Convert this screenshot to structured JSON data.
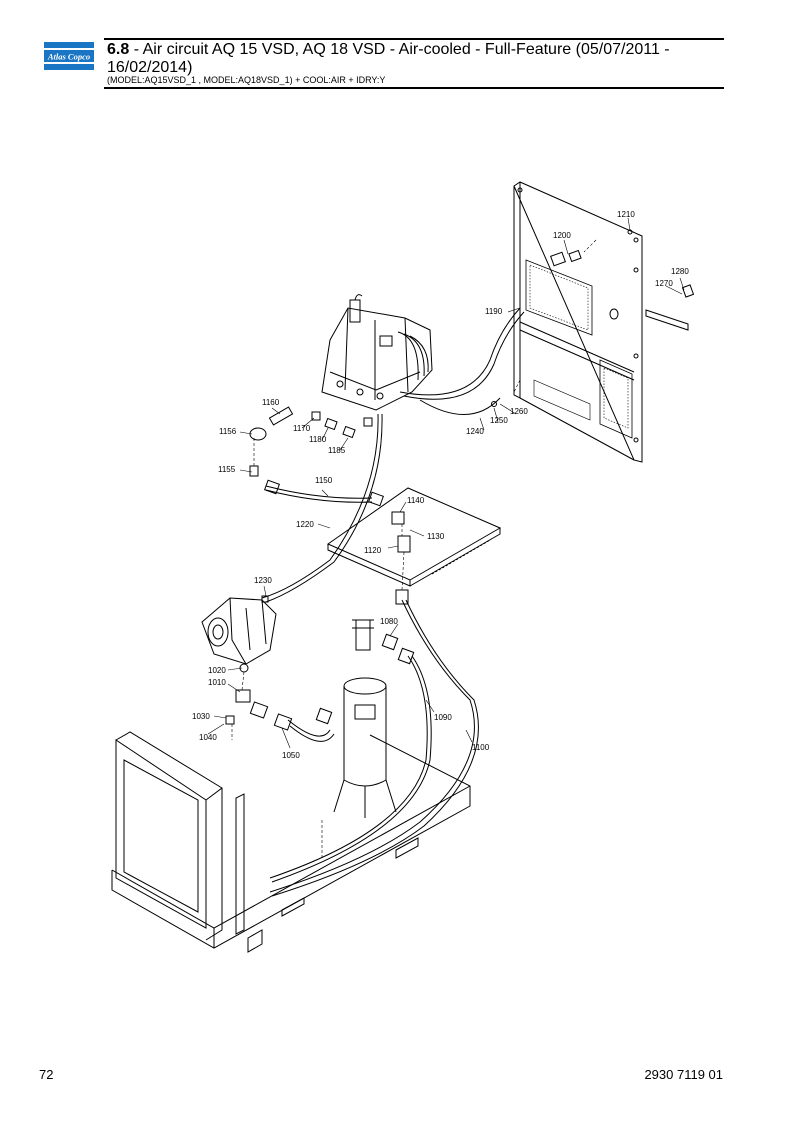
{
  "header": {
    "brand": "Atlas Copco",
    "section_number": "6.8",
    "title": " - Air circuit AQ 15 VSD, AQ 18 VSD - Air-cooled - Full-Feature (05/07/2011 - 16/02/2014)",
    "subtitle": "(MODEL:AQ15VSD_1 , MODEL:AQ18VSD_1) + COOL:AIR + IDRY:Y"
  },
  "diagram": {
    "callouts": [
      "1210",
      "1200",
      "1280",
      "1270",
      "1190",
      "1160",
      "1260",
      "1170",
      "1250",
      "1156",
      "1180",
      "1240",
      "1185",
      "1155",
      "1150",
      "1140",
      "1220",
      "1130",
      "1120",
      "1230",
      "1080",
      "1020",
      "1010",
      "1090",
      "1030",
      "1100",
      "1040",
      "1050"
    ]
  },
  "footer": {
    "page_number": "72",
    "doc_number": "2930 7119 01"
  }
}
